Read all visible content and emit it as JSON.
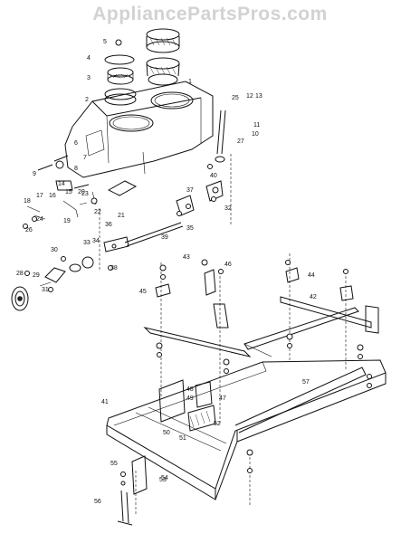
{
  "watermark": "AppliancePartsPros.com",
  "part_numbers": [
    "1",
    "2",
    "3",
    "4",
    "5",
    "6",
    "7",
    "8",
    "9",
    "10",
    "11",
    "12",
    "13",
    "14",
    "15",
    "16",
    "17",
    "18",
    "19",
    "20",
    "21",
    "22",
    "23",
    "24",
    "25",
    "26",
    "27",
    "28",
    "29",
    "30",
    "31",
    "32",
    "33",
    "34",
    "35",
    "36",
    "37",
    "38",
    "39",
    "40",
    "41",
    "42",
    "43",
    "44",
    "45",
    "46",
    "47",
    "48",
    "49",
    "50",
    "51",
    "52",
    "53",
    "54",
    "55",
    "56",
    "57"
  ]
}
